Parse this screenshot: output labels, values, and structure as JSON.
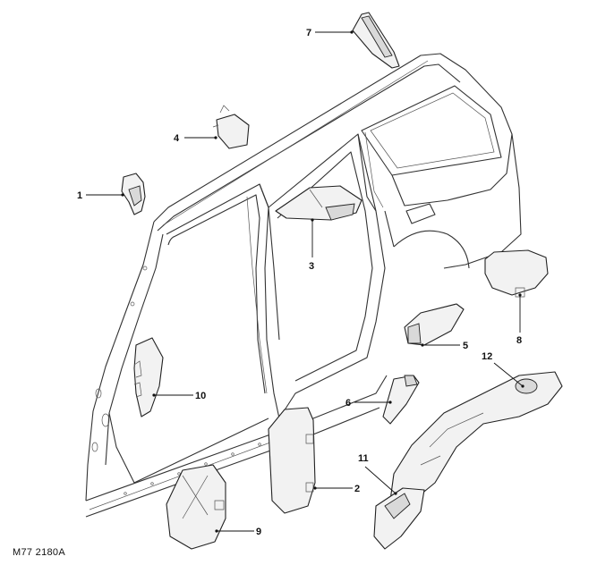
{
  "callouts": [
    {
      "id": "1",
      "label": "1"
    },
    {
      "id": "2",
      "label": "2"
    },
    {
      "id": "3",
      "label": "3"
    },
    {
      "id": "4",
      "label": "4"
    },
    {
      "id": "5",
      "label": "5"
    },
    {
      "id": "6",
      "label": "6"
    },
    {
      "id": "7",
      "label": "7"
    },
    {
      "id": "8",
      "label": "8"
    },
    {
      "id": "9",
      "label": "9"
    },
    {
      "id": "10",
      "label": "10"
    },
    {
      "id": "11",
      "label": "11"
    },
    {
      "id": "12",
      "label": "12"
    }
  ],
  "reference_code": "M77 2180A"
}
